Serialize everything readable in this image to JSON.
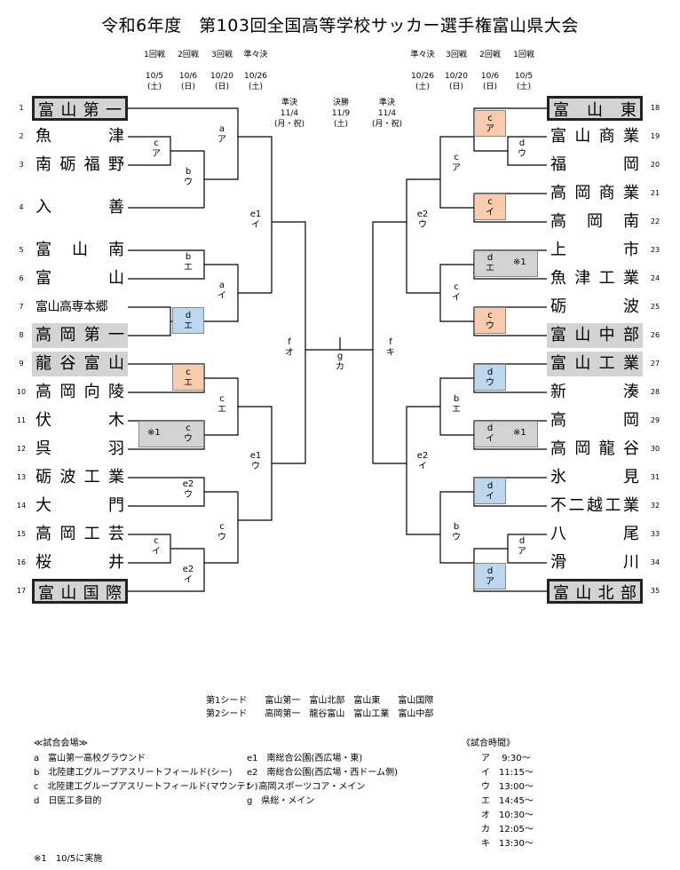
{
  "title": "令和6年度　第103回全国高等学校サッカー選手権富山県大会",
  "rounds_left": [
    {
      "name": "1回戦",
      "date": "10/5",
      "day": "(土)"
    },
    {
      "name": "2回戦",
      "date": "10/6",
      "day": "(日)"
    },
    {
      "name": "3回戦",
      "date": "10/20",
      "day": "(日)"
    },
    {
      "name": "準々決",
      "date": "10/26",
      "day": "(土)"
    }
  ],
  "rounds_right": [
    {
      "name": "準々決",
      "date": "10/26",
      "day": "(土)"
    },
    {
      "name": "3回戦",
      "date": "10/20",
      "day": "(日)"
    },
    {
      "name": "2回戦",
      "date": "10/6",
      "day": "(日)"
    },
    {
      "name": "1回戦",
      "date": "10/5",
      "day": "(土)"
    }
  ],
  "finals": [
    {
      "name": "準決",
      "date": "11/4",
      "day": "(月・祝)"
    },
    {
      "name": "決勝",
      "date": "11/9",
      "day": "(土)"
    },
    {
      "name": "準決",
      "date": "11/4",
      "day": "(月・祝)"
    }
  ],
  "teams_left": [
    {
      "num": "1",
      "name": "富山第一"
    },
    {
      "num": "2",
      "name": "魚津"
    },
    {
      "num": "3",
      "name": "南砺福野"
    },
    {
      "num": "4",
      "name": "入善"
    },
    {
      "num": "5",
      "name": "富山南"
    },
    {
      "num": "6",
      "name": "富山"
    },
    {
      "num": "7",
      "name": "富山高専本郷"
    },
    {
      "num": "8",
      "name": "高岡第一"
    },
    {
      "num": "9",
      "name": "龍谷富山"
    },
    {
      "num": "10",
      "name": "高岡向陵"
    },
    {
      "num": "11",
      "name": "伏木"
    },
    {
      "num": "12",
      "name": "呉羽"
    },
    {
      "num": "13",
      "name": "砺波工業"
    },
    {
      "num": "14",
      "name": "大門"
    },
    {
      "num": "15",
      "name": "高岡工芸"
    },
    {
      "num": "16",
      "name": "桜井"
    },
    {
      "num": "17",
      "name": "富山国際"
    }
  ],
  "teams_right": [
    {
      "num": "18",
      "name": "富山東"
    },
    {
      "num": "19",
      "name": "富山商業"
    },
    {
      "num": "20",
      "name": "福岡"
    },
    {
      "num": "21",
      "name": "高岡商業"
    },
    {
      "num": "22",
      "name": "高岡南"
    },
    {
      "num": "23",
      "name": "上市"
    },
    {
      "num": "24",
      "name": "魚津工業"
    },
    {
      "num": "25",
      "name": "砺波"
    },
    {
      "num": "26",
      "name": "富山中部"
    },
    {
      "num": "27",
      "name": "富山工業"
    },
    {
      "num": "28",
      "name": "新湊"
    },
    {
      "num": "29",
      "name": "高岡"
    },
    {
      "num": "30",
      "name": "高岡龍谷"
    },
    {
      "num": "31",
      "name": "氷見"
    },
    {
      "num": "32",
      "name": "不二越工業"
    },
    {
      "num": "33",
      "name": "八尾"
    },
    {
      "num": "34",
      "name": "滑川"
    },
    {
      "num": "35",
      "name": "富山北部"
    }
  ],
  "match_labels": {
    "l_r1_2_3": "c\nア",
    "l_r2_a": "b\nウ",
    "l_r2_b": "b\nエ",
    "l_r2_c": "d\nエ",
    "l_r2_d": "c\nエ",
    "l_r2_e": "c\nウ",
    "l_r2_f": "e2\nウ",
    "l_r1_15_16": "c\nイ",
    "l_r2_h": "e2\nイ",
    "l_r3_a": "a\nア",
    "l_r3_b": "a\nイ",
    "l_r3_c": "c\nエ",
    "l_r3_d": "c\nウ",
    "l_qf_a": "e1\nイ",
    "l_qf_b": "e1\nウ",
    "l_sf": "f\nオ",
    "final": "g\nカ",
    "r_sf": "f\nキ",
    "r_qf_a": "e2\nウ",
    "r_qf_b": "e2\nイ",
    "r_r3_a": "c\nア",
    "r_r3_b": "c\nイ",
    "r_r3_c": "b\nエ",
    "r_r3_d": "b\nウ",
    "r_r2_a": "c\nア",
    "r_r1_19_20": "d\nウ",
    "r_r2_b": "c\nイ",
    "r_r2_c": "d\nエ",
    "r_r2_d": "c\nウ",
    "r_r2_e": "d\nウ",
    "r_r2_f": "d\nイ",
    "r_r2_g": "d\nイ",
    "r_r2_h": "d\nア",
    "r_r1_33_34": "d\nア"
  },
  "note_mark": "※1",
  "seeds": [
    {
      "label": "第1シード",
      "teams": [
        "富山第一",
        "富山北部",
        "富山東",
        "富山国際"
      ]
    },
    {
      "label": "第2シード",
      "teams": [
        "高岡第一",
        "龍谷富山",
        "富山工業",
        "富山中部"
      ]
    }
  ],
  "venues_title": "≪試合会場≫",
  "venues_left": [
    {
      "code": "a",
      "name": "富山第一高校グラウンド"
    },
    {
      "code": "b",
      "name": "北陸建工グループアスリートフィールド(シー)"
    },
    {
      "code": "c",
      "name": "北陸建工グループアスリートフィールド(マウンテン)"
    },
    {
      "code": "d",
      "name": "日医工多目的"
    }
  ],
  "venues_right": [
    {
      "code": "e1",
      "name": "南総合公園(西広場・東)"
    },
    {
      "code": "e2",
      "name": "南総合公園(西広場・西ドーム側)"
    },
    {
      "code": "f",
      "name": "高岡スポーツコア・メイン"
    },
    {
      "code": "g",
      "name": "県総・メイン"
    }
  ],
  "times_title": "《試合時間》",
  "times": [
    {
      "code": "ア",
      "time": "9:30～"
    },
    {
      "code": "イ",
      "time": "11:15～"
    },
    {
      "code": "ウ",
      "time": "13:00～"
    },
    {
      "code": "エ",
      "time": "14:45～"
    },
    {
      "code": "オ",
      "time": "10:30～"
    },
    {
      "code": "カ",
      "time": "12:05～"
    },
    {
      "code": "キ",
      "time": "13:30～"
    }
  ],
  "footnote": "※1　10/5に実施"
}
